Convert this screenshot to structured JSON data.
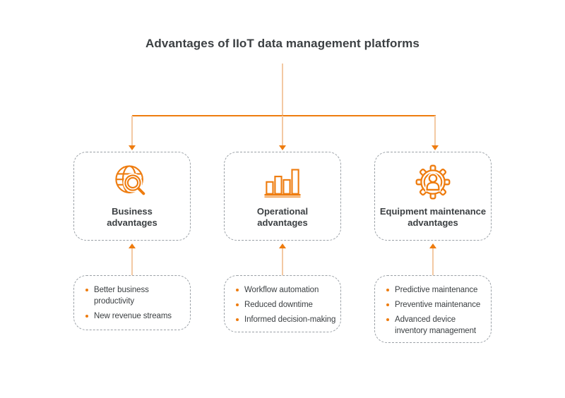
{
  "title": "Advantages of IIoT data management platforms",
  "colors": {
    "accent_orange": "#EE7C0F",
    "accent_orange_light": "#F3C9A3",
    "text": "#3C4043",
    "dashed_border": "#9AA0A6",
    "background": "#FFFFFF"
  },
  "categories": [
    {
      "icon": "globe-search-icon",
      "label": "Business advantages",
      "label_lines": [
        "Business",
        "advantages"
      ],
      "benefits": [
        {
          "lines": [
            "Better business",
            "productivity"
          ]
        },
        {
          "lines": [
            "New revenue streams"
          ]
        }
      ]
    },
    {
      "icon": "bar-chart-icon",
      "label": "Operational advantages",
      "label_lines": [
        "Operational",
        "advantages"
      ],
      "benefits": [
        {
          "lines": [
            "Workflow automation"
          ]
        },
        {
          "lines": [
            "Reduced downtime"
          ]
        },
        {
          "lines": [
            "Informed decision-making"
          ]
        }
      ]
    },
    {
      "icon": "gear-person-icon",
      "label": "Equipment maintenance advantages",
      "label_lines": [
        "Equipment maintenance",
        "advantages"
      ],
      "benefits": [
        {
          "lines": [
            "Predictive maintenance"
          ]
        },
        {
          "lines": [
            "Preventive maintenance"
          ]
        },
        {
          "lines": [
            "Advanced device",
            "inventory management"
          ]
        }
      ]
    }
  ]
}
